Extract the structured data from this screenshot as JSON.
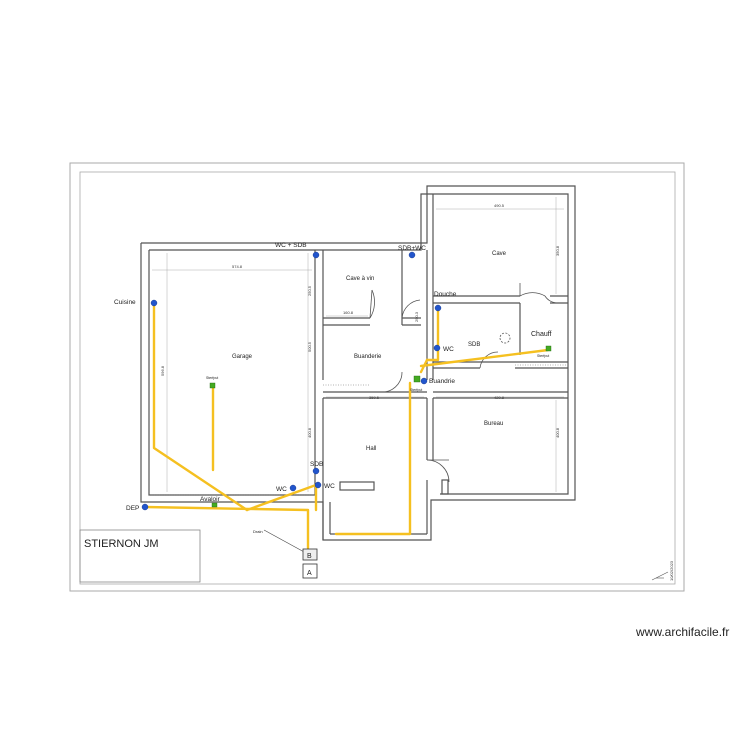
{
  "title_block": {
    "owner": "STIERNON JM"
  },
  "watermark": "www.archifacile.fr",
  "page_stamp": "10/02/2023",
  "rooms": {
    "garage": "Garage",
    "cave_vin": "Cave à vin",
    "buanderie_room": "Buanderie",
    "cave": "Cave",
    "sdb_room": "SDB",
    "chauff": "Chauff",
    "hall": "Hall",
    "bureau": "Bureau"
  },
  "fixtures": {
    "wc_sdb": "WC + SDB",
    "sdb_wc": "SDB+WC",
    "cuisine": "Cuisine",
    "douche": "Douche",
    "wc_mid": "WC",
    "buandrie": "Buandrie",
    "sdb_lower": "SDB",
    "wc_left": "WC",
    "wc_right": "WC",
    "dep": "DEP",
    "avaloir": "Avaloir",
    "siterfout_garage": "Sterfput",
    "siterfout_buand": "Sterfput",
    "siterfout_chauff": "Sterfput",
    "drain": "Drain",
    "chamber_b": "B",
    "chamber_a": "A"
  },
  "dimensions": {
    "garage_w": "574.8",
    "cave_w": "490.5",
    "cave_vin_w": "160.8",
    "hall_w": "359.5",
    "bureau_w": "420.8",
    "garage_h": "596.8",
    "garage_v1": "250.5",
    "garage_v2": "500.5",
    "garage_v3": "400.8",
    "cave_h": "350.8",
    "bureau_h": "400.8",
    "cave_vin_h": "290.3"
  },
  "colors": {
    "wall": "#555555",
    "pipe": "#f5c020",
    "fixture": "#2255cc",
    "sterfput": "#44aa22",
    "sheet_border": "#888888"
  }
}
